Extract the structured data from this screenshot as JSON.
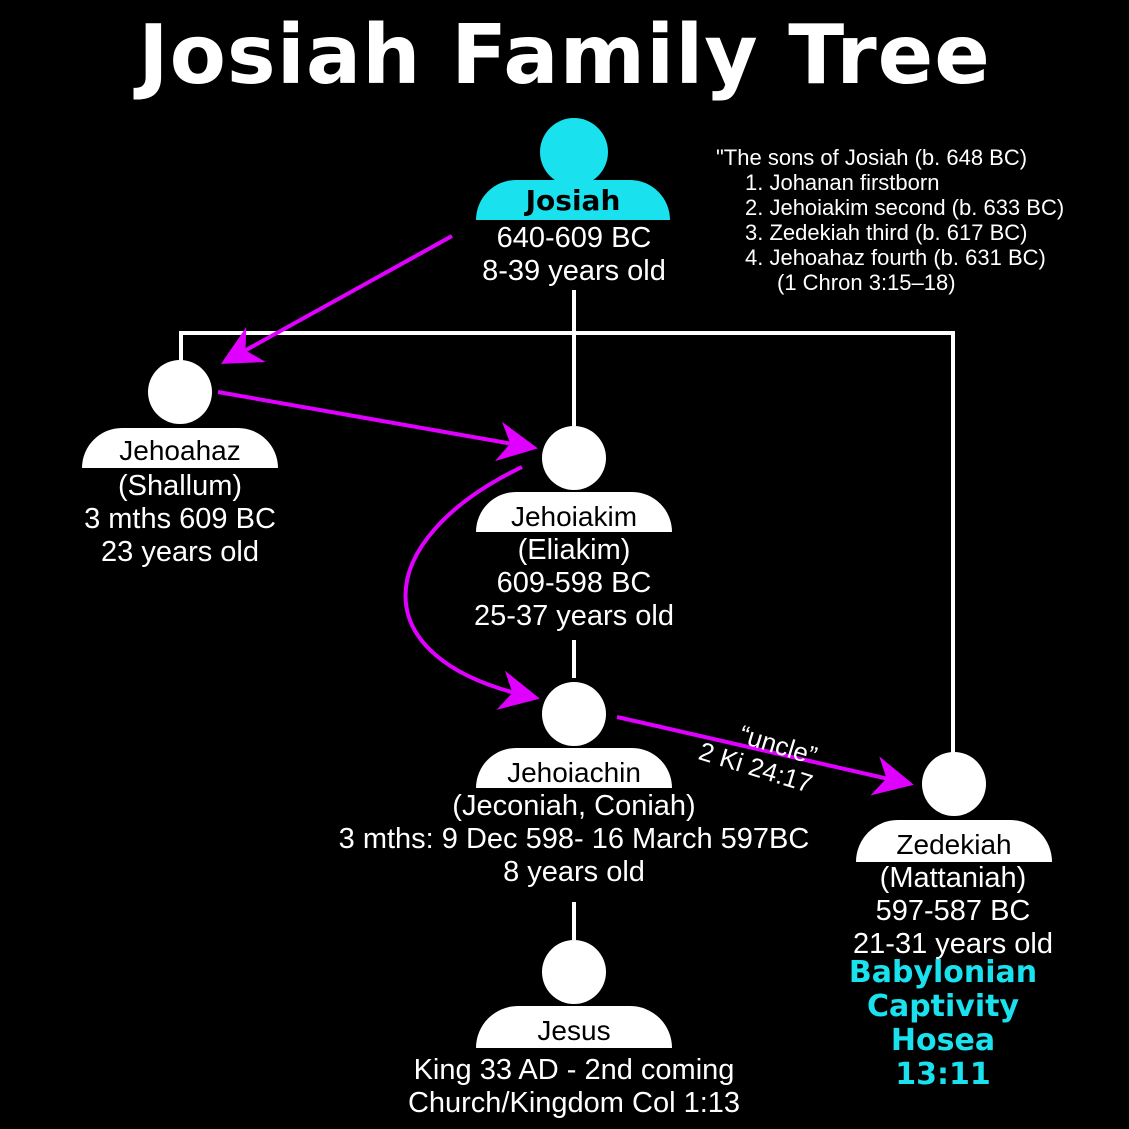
{
  "title": "Josiah Family Tree",
  "colors": {
    "background": "#000000",
    "accent_cyan": "#19e1ee",
    "arrow_magenta": "#e000ff",
    "line": "#ffffff"
  },
  "note": {
    "line1": "\"The sons of Josiah (b. 648 BC)",
    "line2": "1. Johanan firstborn",
    "line3": "2. Jehoiakim second (b. 633 BC)",
    "line4": "3. Zedekiah third (b. 617 BC)",
    "line5": "4. Jehoahaz fourth (b. 631 BC)",
    "line6": "(1 Chron 3:15–18)"
  },
  "josiah": {
    "name": "Josiah",
    "reign": "640-609 BC",
    "age": "8-39 years old"
  },
  "jehoahaz": {
    "name": "Jehoahaz",
    "alias": "(Shallum)",
    "reign": "3 mths 609 BC",
    "age": "23 years old"
  },
  "jehoiakim": {
    "name": "Jehoiakim",
    "alias": "(Eliakim)",
    "reign": "609-598 BC",
    "age": "25-37 years old"
  },
  "jehoiachin": {
    "name": "Jehoiachin",
    "alias": "(Jeconiah, Coniah)",
    "reign": "3 mths: 9 Dec 598- 16 March 597BC",
    "age": "8 years old"
  },
  "zedekiah": {
    "name": "Zedekiah",
    "alias": "(Mattaniah)",
    "reign": "597-587 BC",
    "age": "21-31 years old"
  },
  "jesus": {
    "name": "Jesus",
    "line1": "King 33 AD - 2nd coming",
    "line2": "Church/Kingdom Col 1:13"
  },
  "captivity": {
    "line1": "Babylonian",
    "line2": "Captivity",
    "line3": "Hosea 13:11"
  },
  "uncle_annotation": {
    "line1": "“uncle”",
    "line2": "2 Ki 24:17"
  }
}
